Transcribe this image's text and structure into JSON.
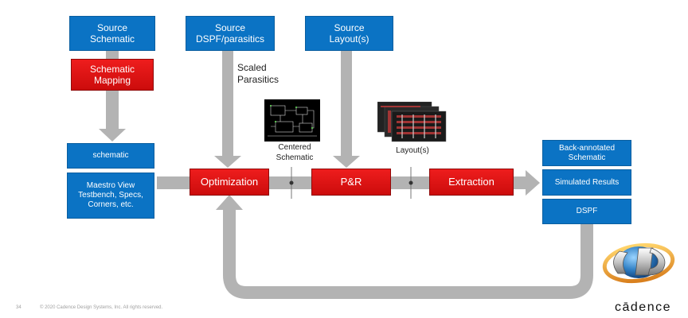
{
  "boxes": {
    "source_schematic": "Source\nSchematic",
    "source_dspf": "Source\nDSPF/parasitics",
    "source_layout": "Source\nLayout(s)",
    "schematic_mapping": "Schematic\nMapping",
    "schematic": "schematic",
    "maestro_view": "Maestro View\nTestbench, Specs,\nCorners, etc.",
    "optimization": "Optimization",
    "pr": "P&R",
    "extraction": "Extraction",
    "back_annotated": "Back-annotated\nSchematic",
    "simulated_results": "Simulated Results",
    "dspf": "DSPF"
  },
  "labels": {
    "scaled_parasitics": "Scaled\nParasitics",
    "centered_schematic": "Centered\nSchematic",
    "layouts": "Layout(s)"
  },
  "footer": {
    "page_number": "34",
    "copyright": "© 2020 Cadence Design Systems, Inc. All rights reserved."
  },
  "branding": {
    "logo_text": "cādence"
  },
  "colors": {
    "blue_box": "#0b73c4",
    "red_box": "#e01515",
    "arrow": "#b3b3b3",
    "bullet": "#333333"
  }
}
